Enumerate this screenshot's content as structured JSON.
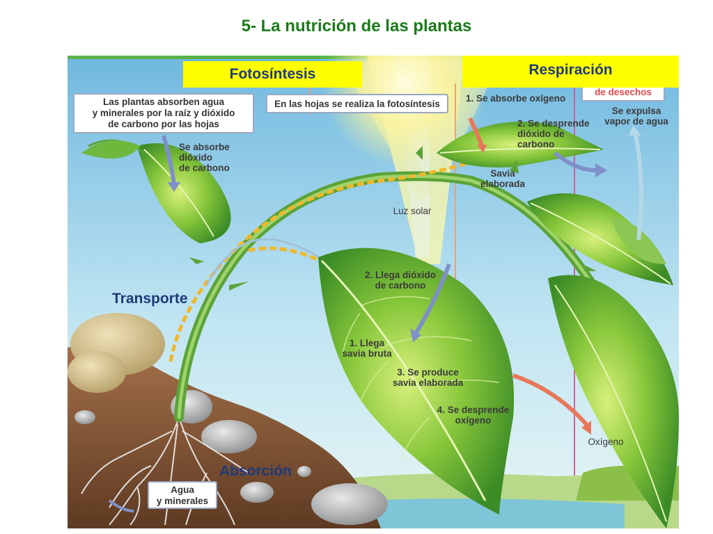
{
  "title": "5- La nutrición de las plantas",
  "headers": {
    "fotosintesis": "Fotosíntesis",
    "respiracion": "Respiración"
  },
  "sections": {
    "transporte": "Transporte",
    "absorcion": "Absorción"
  },
  "boxes": {
    "absorben": [
      "Las plantas absorben agua",
      "y minerales por la raíz y dióxido",
      "de carbono por las hojas"
    ],
    "hojas": "En las hojas se realiza la fotosíntesis",
    "agua": [
      "Agua",
      "y minerales"
    ],
    "desechos": "de desechos"
  },
  "labels": {
    "absorbe_co2": [
      "Se absorbe",
      "dióxido",
      "de carbono"
    ],
    "absorbe_o2": "1. Se absorbe oxígeno",
    "desprende_co2": [
      "2. Se desprende",
      "dióxido de",
      "carbono"
    ],
    "expulsa_vapor": [
      "Se expulsa",
      "vapor de agua"
    ],
    "savia_elaborada": [
      "Savia",
      "elaborada"
    ],
    "luz_solar": "Luz solar",
    "llega_co2": [
      "2. Llega dióxido",
      "de carbono"
    ],
    "llega_savia_bruta": [
      "1. Llega",
      "savia bruta"
    ],
    "produce_savia": [
      "3. Se produce",
      "savia elaborada"
    ],
    "desprende_o2": [
      "4. Se desprende",
      "oxígeno"
    ],
    "oxigeno": "Oxígeno"
  },
  "colors": {
    "title": "#1a7a1a",
    "header_bg": "#ffff00",
    "header_text": "#1f3a7a",
    "arrow_blue": "#7f8fc8",
    "arrow_orange": "#e8775a",
    "arrow_cyan": "#b5d7e6"
  }
}
